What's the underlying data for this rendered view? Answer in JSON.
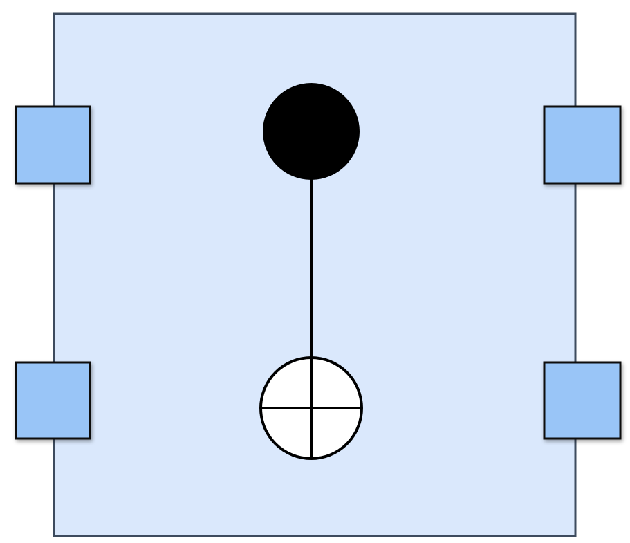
{
  "diagram": {
    "type": "quantum-gate-block",
    "gate": "CNOT",
    "control": "filled-dot",
    "target": "circled-plus",
    "ports": {
      "left": [
        "input-top",
        "input-bottom"
      ],
      "right": [
        "output-top",
        "output-bottom"
      ]
    }
  },
  "colors": {
    "block_fill": "#dae8fc",
    "block_stroke": "#3d4b5e",
    "port_fill": "#99c5f7",
    "port_stroke": "#111111",
    "control_fill": "#000000",
    "target_fill": "#ffffff",
    "line": "#000000"
  },
  "icons": {
    "control": "filled-circle-icon",
    "target": "circle-plus-icon",
    "port": "square-port-icon"
  }
}
